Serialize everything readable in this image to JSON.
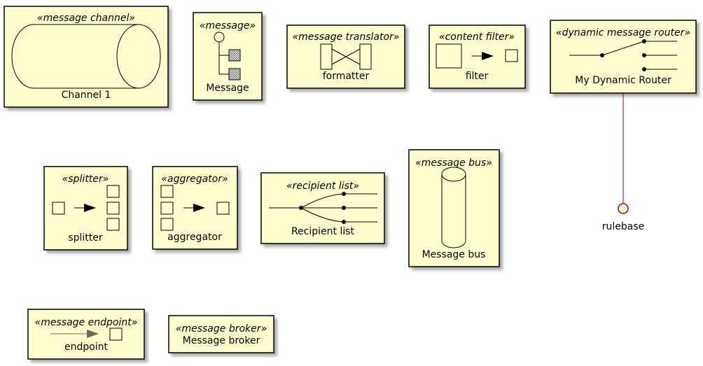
{
  "elements": {
    "message_channel": {
      "stereotype": "«message channel»",
      "name": "Channel 1"
    },
    "message": {
      "stereotype": "«message»",
      "name": "Message"
    },
    "message_translator": {
      "stereotype": "«message translator»",
      "name": "formatter"
    },
    "content_filter": {
      "stereotype": "«content filter»",
      "name": "filter"
    },
    "dynamic_router": {
      "stereotype": "«dynamic message router»",
      "name": "My Dynamic Router"
    },
    "splitter": {
      "stereotype": "«splitter»",
      "name": "splitter"
    },
    "aggregator": {
      "stereotype": "«aggregator»",
      "name": "aggregator"
    },
    "recipient_list": {
      "stereotype": "«recipient list»",
      "name": "Recipient list"
    },
    "message_bus": {
      "stereotype": "«message bus»",
      "name": "Message bus"
    },
    "interface": {
      "name": "rulebase"
    },
    "message_endpoint": {
      "stereotype": "«message endpoint»",
      "name": "endpoint"
    },
    "message_broker": {
      "stereotype": "«message broker»",
      "name": "Message broker"
    }
  },
  "colors": {
    "element_fill": "#FEFECE",
    "border": "#000000",
    "connector": "#A80036",
    "endpoint_arrow": "#6B6B52"
  }
}
